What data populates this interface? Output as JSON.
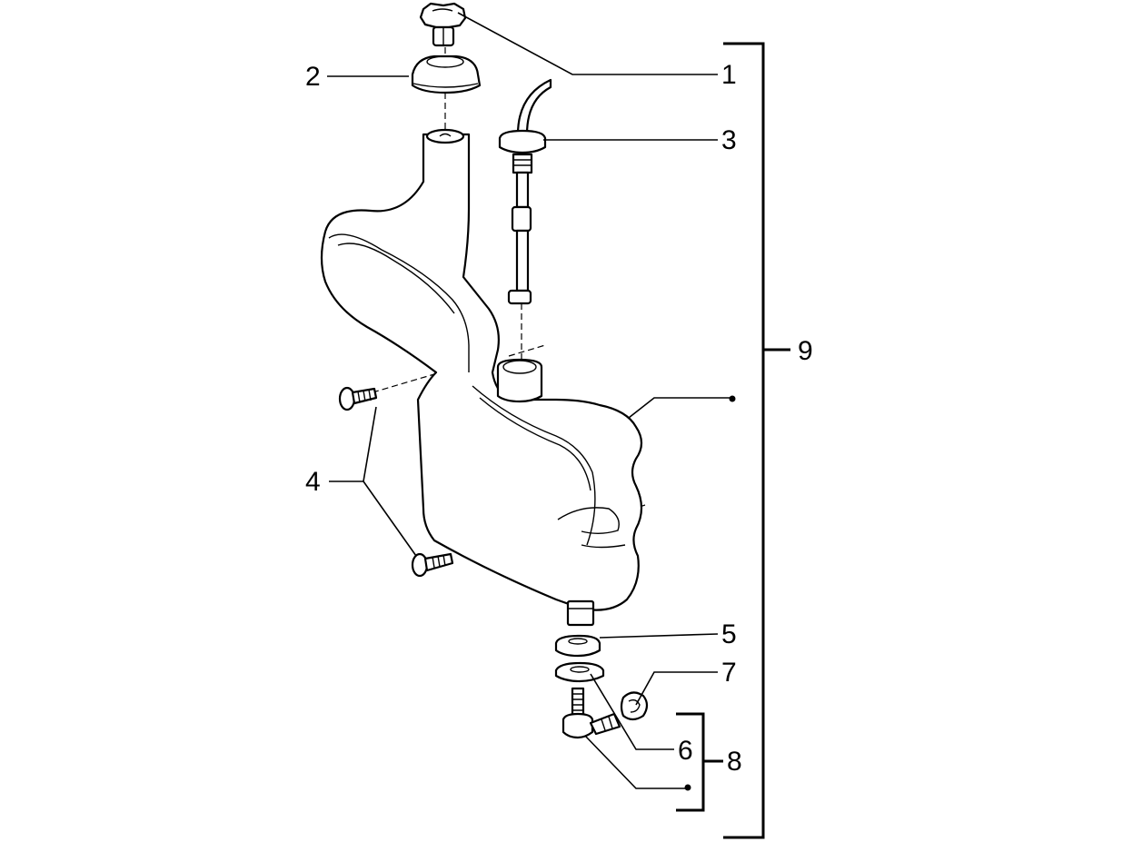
{
  "diagram": {
    "callouts": {
      "c1": "1",
      "c2": "2",
      "c3": "3",
      "c4": "4",
      "c5": "5",
      "c6": "6",
      "c7": "7",
      "c8": "8",
      "c9": "9"
    },
    "line_color": "#000000",
    "background_color": "#ffffff"
  }
}
